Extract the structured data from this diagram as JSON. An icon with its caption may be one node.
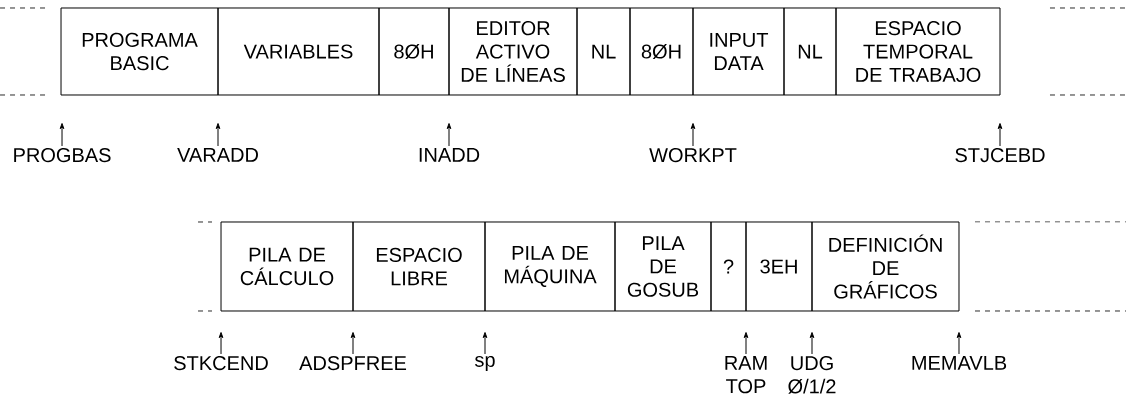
{
  "diagram": {
    "nodes": [
      {
        "text": [
          "PROGRAMA BASIC"
        ]
      },
      {
        "text": [
          "VARIABLES"
        ]
      },
      {
        "text": [
          "8ØH"
        ]
      },
      {
        "text": [
          "EDITOR ACTIVO DE LÍNEAS"
        ]
      },
      {
        "text": [
          "NL"
        ]
      },
      {
        "text": [
          "8ØH"
        ]
      },
      {
        "text": [
          "INPUT DATA"
        ]
      },
      {
        "text": [
          "NL"
        ]
      },
      {
        "text": [
          "ESPACIO TEMPORAL DE TRABAJO"
        ]
      },
      {
        "text": [
          "PROGBAS"
        ]
      },
      {
        "text": [
          "VARADD"
        ]
      },
      {
        "text": [
          "INADD"
        ]
      },
      {
        "text": [
          "WORKPT"
        ]
      },
      {
        "text": [
          "STJCEBD"
        ]
      },
      {
        "text": [
          "PILA DE CÁLCULO"
        ]
      },
      {
        "text": [
          "ESPACIO LIBRE"
        ]
      },
      {
        "text": [
          "PILA DE MÁQUINA"
        ]
      },
      {
        "text": [
          "PILA DE GOSUB"
        ]
      },
      {
        "text": [
          "?"
        ]
      },
      {
        "text": [
          "3EH"
        ]
      },
      {
        "text": [
          "DEFINICIÓN DE GRÁFICOS"
        ]
      },
      {
        "text": [
          "STKCEND"
        ]
      },
      {
        "text": [
          "ADSPFREE"
        ]
      },
      {
        "text": [
          "sp"
        ]
      },
      {
        "text": [
          "RAM TOP"
        ]
      },
      {
        "text": [
          "UDG Ø/1/2"
        ]
      },
      {
        "text": [
          "MEMAVLB"
        ]
      }
    ],
    "edges": [
      {
        "from": 9,
        "to": null,
        "arrow": "to"
      },
      {
        "from": 10,
        "to": null,
        "arrow": "to"
      },
      {
        "from": 11,
        "to": null,
        "arrow": "to"
      },
      {
        "from": 12,
        "to": null,
        "arrow": "to"
      },
      {
        "from": 13,
        "to": null,
        "arrow": "to"
      },
      {
        "from": 21,
        "to": null,
        "arrow": "to"
      },
      {
        "from": 22,
        "to": null,
        "arrow": "to"
      },
      {
        "from": 23,
        "to": null,
        "arrow": "to"
      },
      {
        "from": 24,
        "to": null,
        "arrow": "to"
      },
      {
        "from": 25,
        "to": null,
        "arrow": "to"
      },
      {
        "from": 26,
        "to": null,
        "arrow": "to"
      }
    ]
  }
}
